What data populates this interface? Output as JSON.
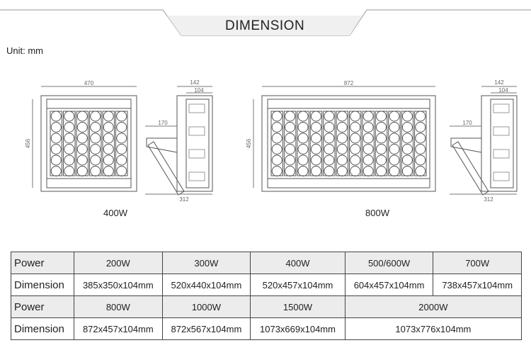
{
  "header": {
    "title": "DIMENSION",
    "unit": "Unit: mm"
  },
  "drawings": [
    {
      "label": "400W",
      "width": "470",
      "height": "456",
      "depth": "142",
      "body": "104",
      "bracket": "170",
      "total": "312",
      "cols": 6
    },
    {
      "label": "800W",
      "width": "872",
      "height": "456",
      "depth": "142",
      "body": "104",
      "bracket": "170",
      "total": "312",
      "cols": 12
    }
  ],
  "table": {
    "power_label": "Power",
    "dimension_label": "Dimension",
    "rows": [
      {
        "powers": [
          "200W",
          "300W",
          "400W",
          "500/600W",
          "700W"
        ],
        "dims": [
          "385x350x104mm",
          "520x440x104mm",
          "520x457x104mm",
          "604x457x104mm",
          "738x457x104mm"
        ]
      },
      {
        "powers": [
          "800W",
          "1000W",
          "1500W",
          "2000W"
        ],
        "dims": [
          "872x457x104mm",
          "872x567x104mm",
          "1073x669x104mm",
          "1073x776x104mm"
        ]
      }
    ]
  }
}
